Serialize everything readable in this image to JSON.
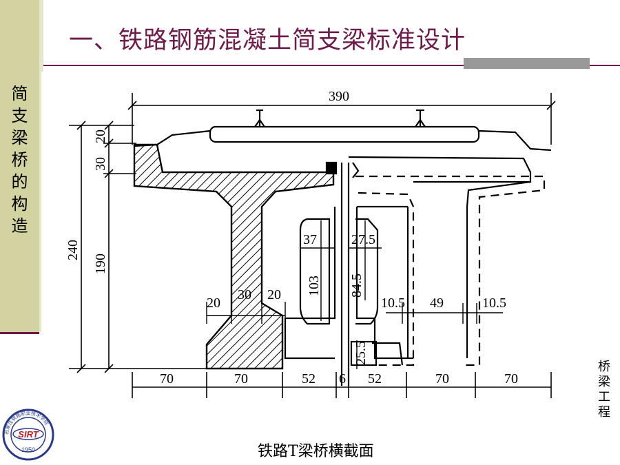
{
  "header": {
    "title": "一、铁路钢筋混凝土简支梁标准设计"
  },
  "sidebar": {
    "chars": [
      "简",
      "支",
      "梁",
      "桥",
      "的",
      "构",
      "造"
    ]
  },
  "right_tag": {
    "chars": [
      "桥",
      "梁",
      "工",
      "程"
    ]
  },
  "logo": {
    "ring_text": "石家庄铁路职业技术学院",
    "center": "SIRT",
    "year": "1950"
  },
  "figure": {
    "caption": "铁路T梁桥横截面",
    "dims": {
      "total_width": "390",
      "top_20": "20",
      "top_30": "30",
      "h_240": "240",
      "h_190": "190",
      "d_37": "37",
      "d_27_5": "27.5",
      "d_103": "103",
      "d_84_5": "84.5",
      "d_20a": "20",
      "d_30": "30",
      "d_20b": "20",
      "d_10_5a": "10.5",
      "d_49": "49",
      "d_10_5b": "10.5",
      "d_25_5": "25.5",
      "b_70a": "70",
      "b_70b": "70",
      "b_52a": "52",
      "b_6": "6",
      "b_52b": "52",
      "b_70c": "70",
      "b_70d": "70"
    }
  },
  "colors": {
    "accent": "#6e1a4a",
    "side_band": "#d3d3a2",
    "bar": "#999999"
  }
}
